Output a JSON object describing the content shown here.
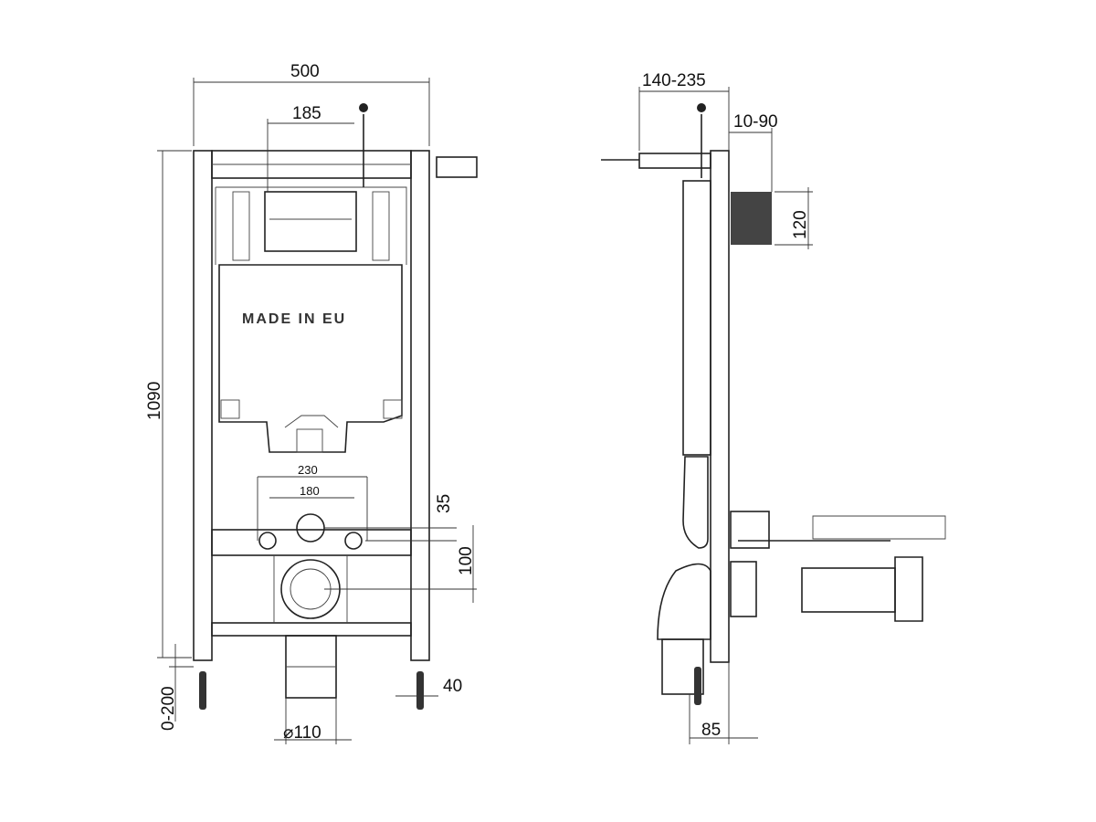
{
  "front_view": {
    "label_text": "MADE IN EU",
    "dims": {
      "width": "500",
      "button_offset": "185",
      "height": "1090",
      "leg_adjust": "0-200",
      "bolt_outer": "230",
      "bolt_inner": "180",
      "inlet_offset": "35",
      "outlet_offset": "100",
      "foot": "40",
      "pipe_diameter": "⌀110"
    }
  },
  "side_view": {
    "dims": {
      "depth": "140-235",
      "panel_offset": "10-90",
      "panel_height": "120",
      "foot_depth": "85"
    }
  }
}
